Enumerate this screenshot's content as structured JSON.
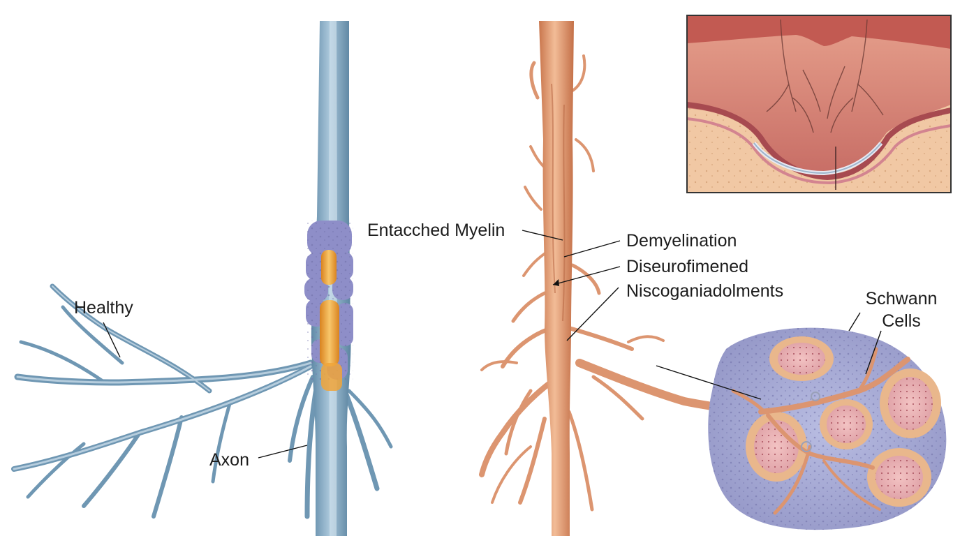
{
  "labels": {
    "healthy": "Healthy",
    "axon": "Axon",
    "entacched_myelin": "Entacched Myelin",
    "demyelination": "Demyelination",
    "diseurofimened": "Diseurofimened",
    "niscoganiadolments": "Niscoganiadolments",
    "schwann_line1": "Schwann",
    "schwann_line2": "Cells"
  },
  "colors": {
    "healthy_nerve": "#8fb2c9",
    "healthy_nerve_dark": "#5d86a3",
    "myelin_sheath": "#8f8fc8",
    "exposed_axon": "#f0a43a",
    "damaged_nerve": "#e8a27c",
    "damaged_nerve_dark": "#c77550",
    "schwann_cluster": "#aab0d8",
    "schwann_cell": "#e9b98e",
    "tissue_pink": "#cf7a70",
    "tissue_beige": "#f1c8a4"
  }
}
